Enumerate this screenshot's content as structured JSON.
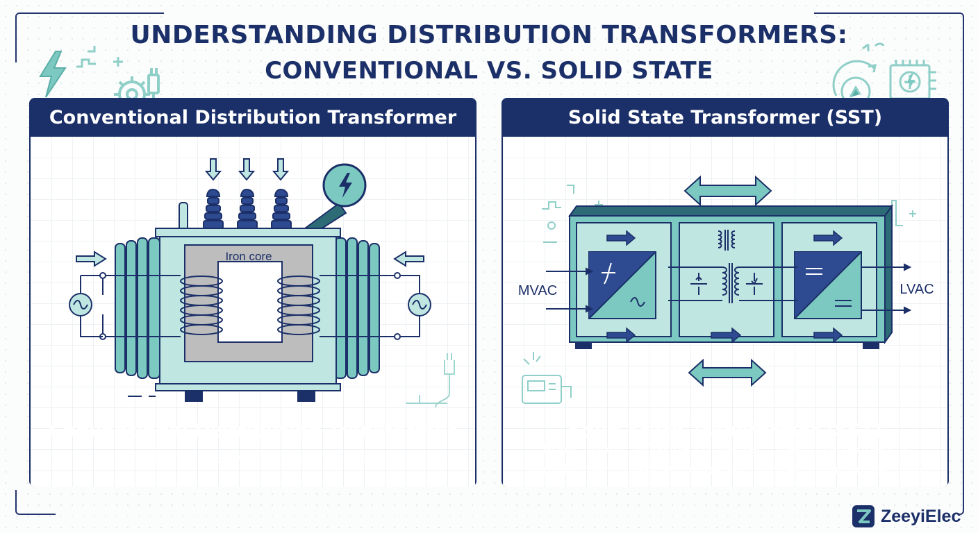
{
  "title": {
    "line1": "UNDERSTANDING DISTRIBUTION TRANSFORMERS:",
    "line2": "CONVENTIONAL VS. SOLID STATE"
  },
  "left_panel": {
    "header": "Conventional Distribution Transformer",
    "core_label": "Iron core",
    "footer_title": "Conventional Distribution Transformer",
    "footer_subtitle": "50/60 Hz · passive magnetic coupling"
  },
  "right_panel": {
    "header": "Solid State Transformer (SST)",
    "input_label": "MVAC",
    "output_label": "LVAC",
    "footer_title": "Solid State Transformer (SST)",
    "footer_subtitle_line1": "MVAC input · MV-side converter · medium-frequency",
    "footer_subtitle_line2": "transformer · LV-side converter · bidirectional power flow"
  },
  "brand": {
    "name": "ZeeyiElec"
  },
  "icons": [
    "lightning-icon",
    "gear-icon",
    "plug-icon",
    "ac-source-icon",
    "converter-icon",
    "chip-icon"
  ],
  "colors": {
    "navy": "#1b2f68",
    "teal": "#7cc9c1",
    "teal_light": "#bfe6e1",
    "teal_dark": "#2d6c77",
    "core_gray": "#bdbdbd",
    "background": "#fbfcfc"
  }
}
